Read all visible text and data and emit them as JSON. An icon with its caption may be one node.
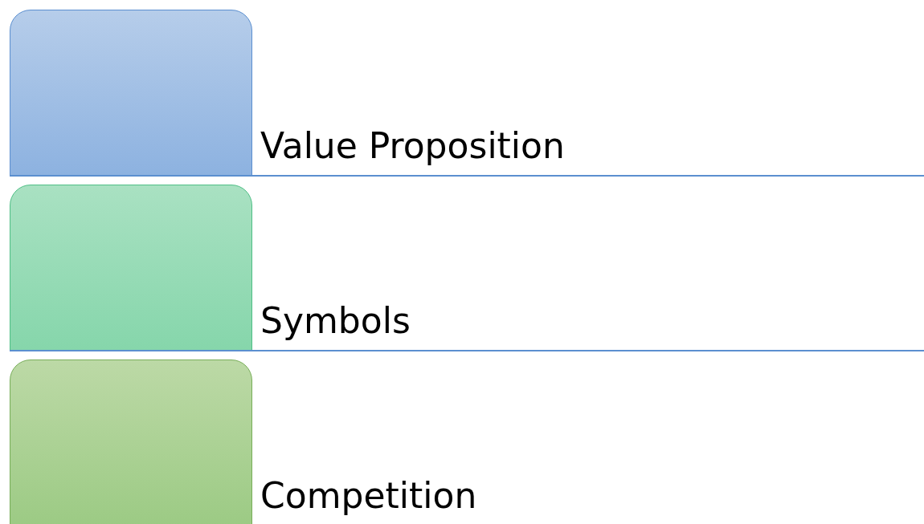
{
  "diagram": {
    "nodes": [
      {
        "text": [],
        "shape": "box",
        "beside": [
          "Value Proposition"
        ]
      },
      {
        "text": [],
        "shape": "box",
        "beside": [
          "Symbols"
        ]
      },
      {
        "text": [],
        "shape": "box",
        "beside": [
          "Competition"
        ]
      }
    ]
  }
}
